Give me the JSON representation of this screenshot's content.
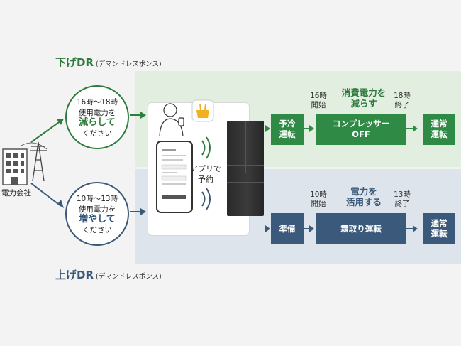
{
  "down_dr": {
    "title": "下げDR",
    "subtitle": "(デマンドレスポンス)",
    "request": {
      "time": "16時〜18時",
      "line2": "使用電力を",
      "emphasis": "減らして",
      "line4": "ください"
    },
    "step1": {
      "line1": "予冷",
      "line2": "運転"
    },
    "start": {
      "line1": "16時",
      "line2": "開始"
    },
    "headline": {
      "line1": "消費電力を",
      "line2": "減らす"
    },
    "end": {
      "line1": "18時",
      "line2": "終了"
    },
    "step2": {
      "line1": "コンプレッサー",
      "line2": "OFF"
    },
    "step3": {
      "line1": "通常",
      "line2": "運転"
    }
  },
  "up_dr": {
    "title": "上げDR",
    "subtitle": "(デマンドレスポンス)",
    "request": {
      "time": "10時〜13時",
      "line2": "使用電力を",
      "emphasis": "増やして",
      "line4": "ください"
    },
    "step1": {
      "line1": "準備"
    },
    "start": {
      "line1": "10時",
      "line2": "開始"
    },
    "headline": {
      "line1": "電力を",
      "line2": "活用する"
    },
    "end": {
      "line1": "13時",
      "line2": "終了"
    },
    "step2": {
      "line1": "霜取り運転"
    },
    "step3": {
      "line1": "通常",
      "line2": "運転"
    }
  },
  "company": {
    "label": "電力会社",
    "icon": "building-icon",
    "tower_icon": "power-tower-icon"
  },
  "app": {
    "line1": "アプリで",
    "line2": "予約",
    "icons": [
      "person-with-phone-icon",
      "cooking-tools-icon",
      "smartphone-icon",
      "wireless-signal-icon",
      "refrigerator-icon"
    ]
  },
  "colors": {
    "green": "#2e8a45",
    "blue": "#3b5a7b",
    "green_band": "#e2eedf",
    "blue_band": "#dde4ec"
  }
}
